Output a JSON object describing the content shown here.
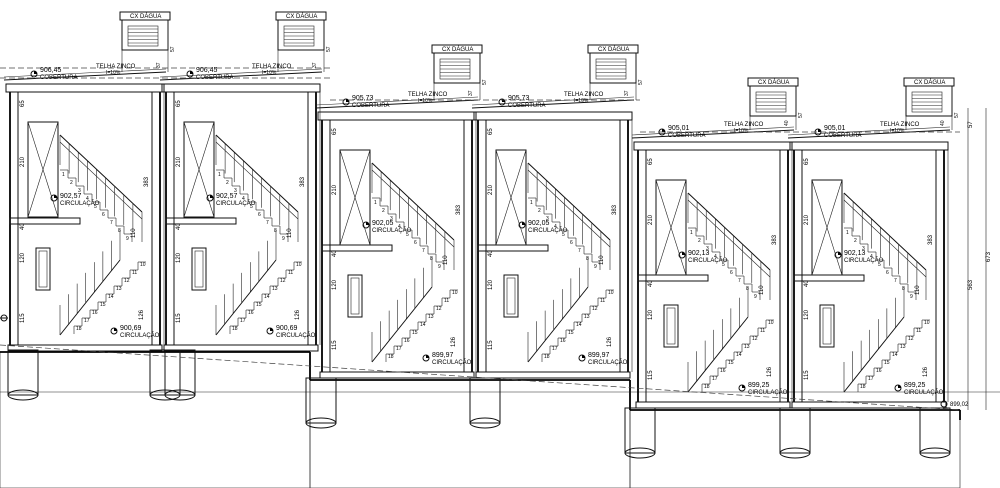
{
  "labels": {
    "water_tank": "CX DÁGUA",
    "roof_type": "TELHA ZINCO",
    "slope": "I=10%",
    "roof": "COBERTURA",
    "circulation": "CIRCULAÇÃO"
  },
  "groups": [
    {
      "roof_level": "906,45",
      "mid_level": "902,57",
      "floor_level": "900,69",
      "height_383": "383",
      "dims_left": [
        "65",
        "210",
        "40",
        "120",
        "115"
      ],
      "dims_right": [
        "57",
        "37"
      ],
      "stair_dims": [
        "110",
        "126"
      ]
    },
    {
      "roof_level": "905,73",
      "mid_level": "902,05",
      "floor_level": "899,97",
      "height_383": "383",
      "dims_left": [
        "65",
        "210",
        "40",
        "120",
        "115"
      ],
      "dims_right": [
        "57",
        "37"
      ],
      "stair_dims": [
        "110",
        "126"
      ]
    },
    {
      "roof_level": "905,01",
      "mid_level": "902,13",
      "floor_level": "899,25",
      "height_383": "383",
      "dims_left": [
        "65",
        "210",
        "40",
        "120",
        "115"
      ],
      "dims_right": [
        "57",
        "40"
      ],
      "stair_dims": [
        "110",
        "126"
      ]
    }
  ],
  "stair_step_numbers": [
    "1",
    "2",
    "3",
    "4",
    "5",
    "6",
    "7",
    "8",
    "9",
    "10",
    "11",
    "12",
    "13",
    "14",
    "15",
    "16",
    "17",
    "18"
  ],
  "overall_dims": {
    "total_height": "673",
    "partial_height": "563",
    "right_top": "57"
  },
  "ground_level": "899,02"
}
